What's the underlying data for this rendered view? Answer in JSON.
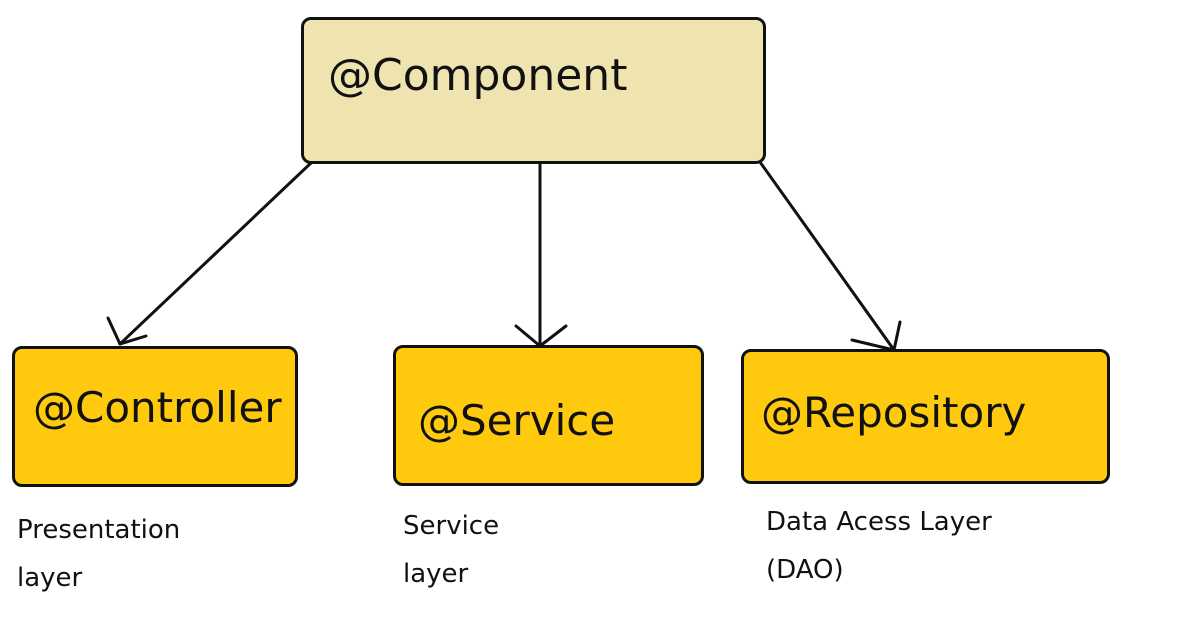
{
  "diagram": {
    "root": {
      "label": "@Component",
      "fill": "#efe4b0"
    },
    "children": [
      {
        "label": "@Controller",
        "caption_lines": [
          "Presentation",
          "layer"
        ],
        "fill": "#ffc90e"
      },
      {
        "label": "@Service",
        "caption_lines": [
          "Service",
          "layer"
        ],
        "fill": "#ffc90e"
      },
      {
        "label": "@Repository",
        "caption_lines": [
          "Data Acess Layer",
          "(DAO)"
        ],
        "fill": "#ffc90e"
      }
    ],
    "edges": [
      {
        "from": "@Component",
        "to": "@Controller"
      },
      {
        "from": "@Component",
        "to": "@Service"
      },
      {
        "from": "@Component",
        "to": "@Repository"
      }
    ],
    "colors": {
      "stroke": "#111111",
      "background": "#ffffff"
    }
  }
}
